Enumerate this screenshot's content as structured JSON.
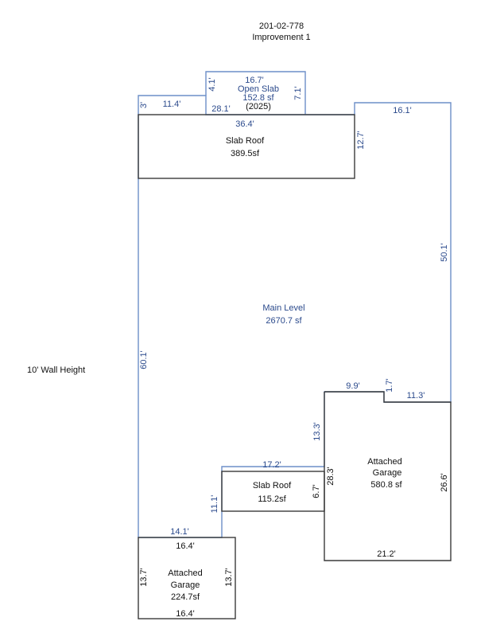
{
  "header": {
    "parcel_id": "201-02-778",
    "improvement": "Improvement 1"
  },
  "wall_height_note": "10' Wall Height",
  "colors": {
    "main_level_line": "#6d8fc8",
    "main_level_text": "#2b4a8c",
    "addition_line": "#3a3a3a",
    "addition_text": "#111111"
  },
  "areas": {
    "main_level": {
      "name": "Main Level",
      "area": "2670.7 sf"
    },
    "open_slab": {
      "name": "Open Slab",
      "area": "152.8 sf",
      "year": "(2025)"
    },
    "slab_roof_top": {
      "name": "Slab Roof",
      "area": "389.5sf"
    },
    "slab_roof_mid": {
      "name": "Slab Roof",
      "area": "115.2sf"
    },
    "garage_right": {
      "name1": "Attached",
      "name2": "Garage",
      "area": "580.8 sf"
    },
    "garage_left": {
      "name1": "Attached",
      "name2": "Garage",
      "area": "224.7sf"
    }
  },
  "dimensions": {
    "open_slab_top": "16.7'",
    "open_slab_left": "4.1'",
    "open_slab_right": "7.1'",
    "main_top_left_short": "3'",
    "main_top_left": "11.4'",
    "main_top_mid": "28.1'",
    "slab_roof_top": "36.4'",
    "slab_roof_right": "12.7'",
    "main_top_right": "16.1'",
    "main_right": "50.1'",
    "main_left": "60.1'",
    "garage_r_notch_top": "9.9'",
    "garage_r_notch_step": "1.7'",
    "garage_r_notch_right": "11.3'",
    "main_garage_left": "13.3'",
    "garage_r_left": "28.3'",
    "garage_r_right": "26.6'",
    "garage_r_bottom": "21.2'",
    "slab_mid_top": "17.2'",
    "slab_mid_right": "6.7'",
    "main_step": "11.1'",
    "main_bottom": "14.1'",
    "garage_l_top": "16.4'",
    "garage_l_left": "13.7'",
    "garage_l_right": "13.7'",
    "garage_l_bottom": "16.4'"
  }
}
